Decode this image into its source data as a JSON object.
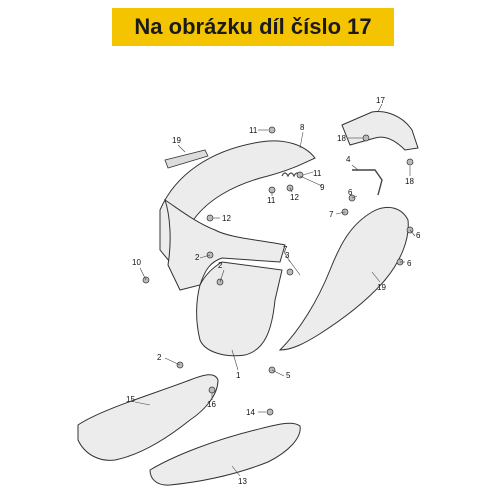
{
  "banner": {
    "text": "Na obrázku díl číslo 17",
    "color": "#f5c400"
  },
  "labels": {
    "l1": "1",
    "l2a": "2",
    "l2b": "2",
    "l2c": "2",
    "l3": "3",
    "l4": "4",
    "l5": "5",
    "l6a": "6",
    "l6b": "6",
    "l6c": "6",
    "l7a": "7",
    "l7b": "7",
    "l8": "8",
    "l9": "9",
    "l10": "10",
    "l11a": "11",
    "l11b": "11",
    "l11c": "11",
    "l12a": "12",
    "l12b": "12",
    "l13": "13",
    "l14": "14",
    "l15": "15",
    "l16": "16",
    "l17": "17",
    "l18a": "18",
    "l18b": "18",
    "l19a": "19",
    "l19b": "19"
  }
}
